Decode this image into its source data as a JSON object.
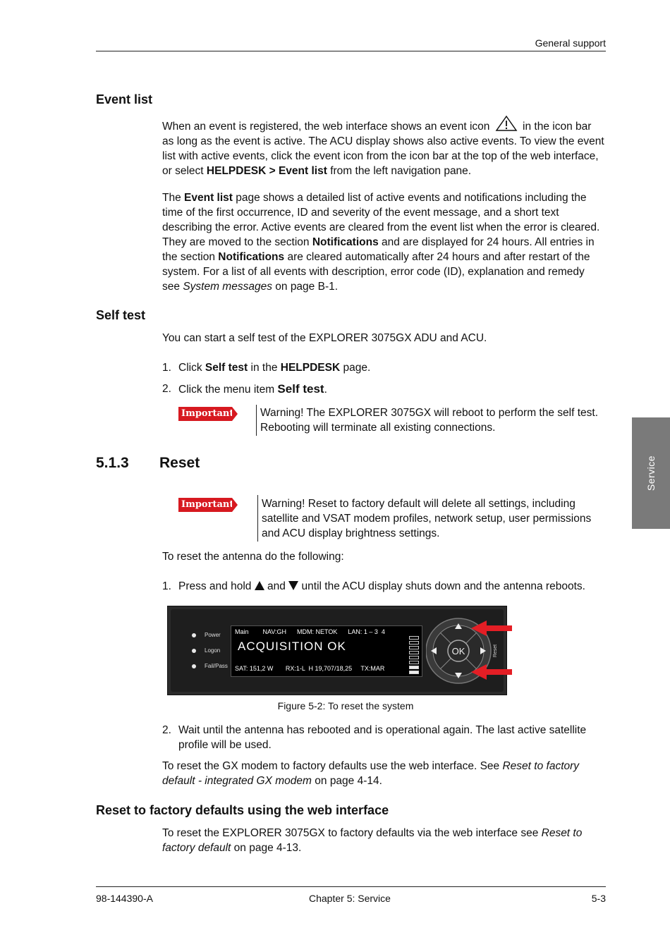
{
  "header": {
    "right": "General support"
  },
  "footer": {
    "left": "98-144390-A",
    "center": "Chapter 5:  Service",
    "right": "5-3"
  },
  "side_tab": "Service",
  "event_list": {
    "heading": "Event list",
    "p1_a": "When an event is registered, the web interface shows an event icon",
    "p1_b": "in the icon bar as",
    "p1_c": "long as the event is active. The ACU display shows also active events. To view the event list with active events, click the event icon from the icon bar at the top of the web interface, or select",
    "p1_bold": "HELPDESK > Event list",
    "p1_d": "from the left navigation pane.",
    "p2_a": "The",
    "p2_bold1": "Event list",
    "p2_b": "page shows a detailed list of active events and notifications including the time of the first occurrence, ID and severity of the event message, and a short text describing the error. Active events are cleared from the event list when the error is cleared. They are moved to the section",
    "p2_bold2": "Notifications",
    "p2_c": "and are displayed for 24 hours. All entries in the section",
    "p2_bold3": "Notifications",
    "p2_d": "are cleared automatically after 24 hours and after restart of the system. For a list of all events with description, error code (ID), explanation and remedy see",
    "p2_italic": "System messages",
    "p2_e": "on page B-1."
  },
  "self_test": {
    "heading": "Self test",
    "intro": "You can start a self test of the EXPLORER 3075GX ADU and ACU.",
    "step1_num": "1.",
    "step1_a": "Click",
    "step1_bold1": "Self test",
    "step1_b": "in the",
    "step1_bold2": "HELPDESK",
    "step1_c": "page.",
    "step2_num": "2.",
    "step2_a": "Click the menu item",
    "step2_bold": "Self test",
    "step2_b": ".",
    "important_label": "Important",
    "important_text": "Warning! The EXPLORER 3075GX will reboot to perform the self test. Rebooting will terminate all existing connections."
  },
  "reset": {
    "number": "5.1.3",
    "title": "Reset",
    "important_label": "Important",
    "important_text": "Warning! Reset to factory default will delete all settings, including satellite and VSAT modem profiles, network setup, user permissions and ACU display brightness settings.",
    "intro": "To reset the antenna do the following:",
    "step1_num": "1.",
    "step1_a": "Press and hold",
    "step1_b": "and",
    "step1_c": "until the ACU display shuts down and the antenna reboots.",
    "figure": {
      "leds": [
        "Power",
        "Logon",
        "Fail/Pass"
      ],
      "lcd_top": "Main        NAV:GH      MDM: NETOK      LAN: 1 – 3  4",
      "lcd_big": "ACQUISITION OK",
      "lcd_bottom": "SAT: 151,2 W       RX:1-L  H 19,707/18,25     TX:MAR",
      "ok_label": "OK",
      "reset_label": "Reset",
      "signal_bars_lit": 2,
      "signal_bars_total": 8,
      "caption": "Figure 5-2: To reset the system",
      "arrow_color": "#e41e25"
    },
    "step2_num": "2.",
    "step2_text": "Wait until the antenna has rebooted and is operational again. The last active satellite profile will be used.",
    "gx_a": "To reset the GX modem to factory defaults use the web interface. See",
    "gx_italic": "Reset to factory default - integrated GX modem",
    "gx_b": "on page 4-14."
  },
  "factory": {
    "heading": "Reset to factory defaults using the web interface",
    "text_a": "To reset the EXPLORER 3075GX to factory defaults via the web interface see",
    "text_italic": "Reset to factory default",
    "text_b": "on page 4-13."
  }
}
